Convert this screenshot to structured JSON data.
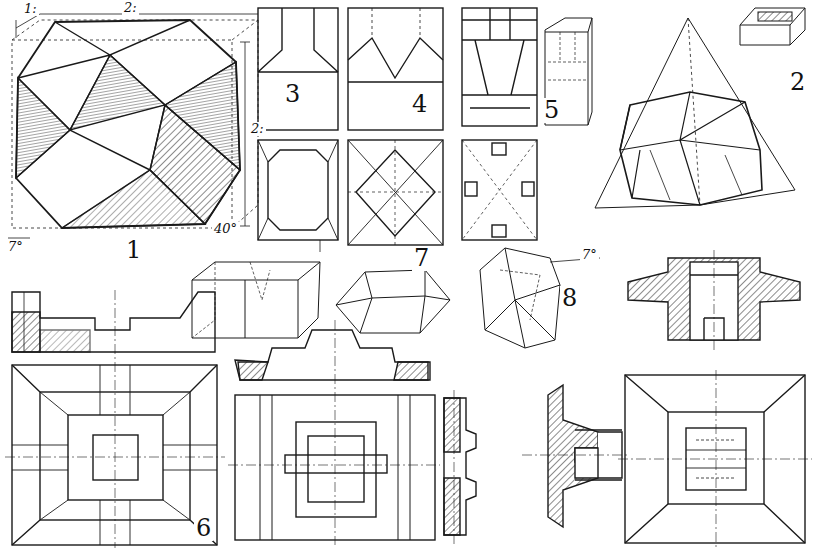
{
  "diagram": {
    "labels": [
      "1:",
      "2:",
      "2:",
      "40°",
      "7°",
      "1",
      "3",
      "4",
      "5",
      "2",
      "7°",
      "6",
      "7",
      "8"
    ]
  }
}
